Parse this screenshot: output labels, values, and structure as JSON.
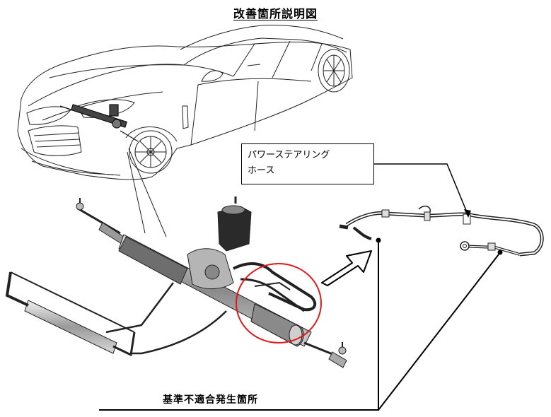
{
  "title": "改善箇所説明図",
  "callout": {
    "line1": "パワーステアリング",
    "line2": "ホース"
  },
  "bottom_label": "基準不適合発生箇所",
  "colors": {
    "highlight_circle": "#e01919",
    "line": "#000000",
    "background": "#ffffff"
  }
}
